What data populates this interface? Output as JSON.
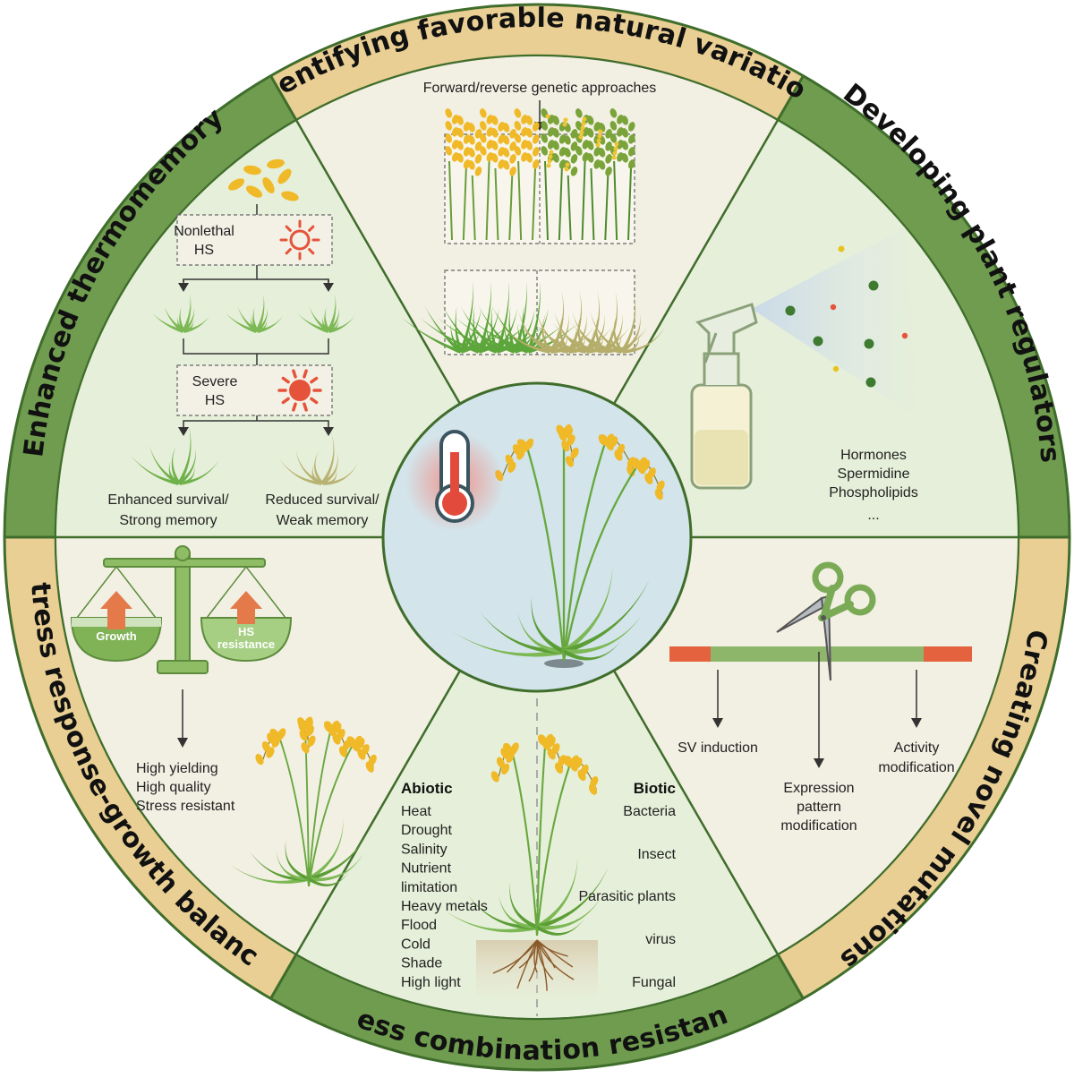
{
  "sections": {
    "top": "Identifying favorable natural variation",
    "upper_right": "Developing plant regulators",
    "lower_right": "Creating novel mutations",
    "bottom": "Stress combination resistance",
    "lower_left": "Stress response-growth balance",
    "upper_left": "Enhanced thermomemory"
  },
  "natural_variation": {
    "label": "Forward/reverse genetic approaches"
  },
  "thermomemory": {
    "box1_line1": "Nonlethal",
    "box1_line2": "HS",
    "box2_line1": "Severe",
    "box2_line2": "HS",
    "left_line1": "Enhanced survival/",
    "left_line2": "Strong memory",
    "right_line1": "Reduced survival/",
    "right_line2": "Weak memory"
  },
  "regulators": {
    "items": [
      "Hormones",
      "Spermidine",
      "Phospholipids",
      "..."
    ]
  },
  "mutations": {
    "sv": "SV induction",
    "activity_line1": "Activity",
    "activity_line2": "modification",
    "expr_line1": "Expression",
    "expr_line2": "pattern",
    "expr_line3": "modification"
  },
  "combination": {
    "abiotic_title": "Abiotic",
    "abiotic": [
      "Heat",
      "Drought",
      "Salinity",
      "Nutrient",
      "limitation",
      "Heavy metals",
      "Flood",
      "Cold",
      "Shade",
      "High light"
    ],
    "biotic_title": "Biotic",
    "biotic": [
      "Bacteria",
      "Insect",
      "Parasitic plants",
      "virus",
      "Fungal"
    ]
  },
  "balance": {
    "growth": "Growth",
    "hs_line1": "HS",
    "hs_line2": "resistance",
    "traits": [
      "High yielding",
      "High quality",
      "Stress resistant"
    ]
  },
  "colors": {
    "ring_dark": "#6f9c4f",
    "ring_light": "#e9cf93",
    "wedge_green": "#e6efd9",
    "wedge_beige": "#f2efe3",
    "center_blue": "#d3e4ea",
    "sun": "#e5533a",
    "grain": "#f0b928",
    "leaf": "#67a83e"
  }
}
